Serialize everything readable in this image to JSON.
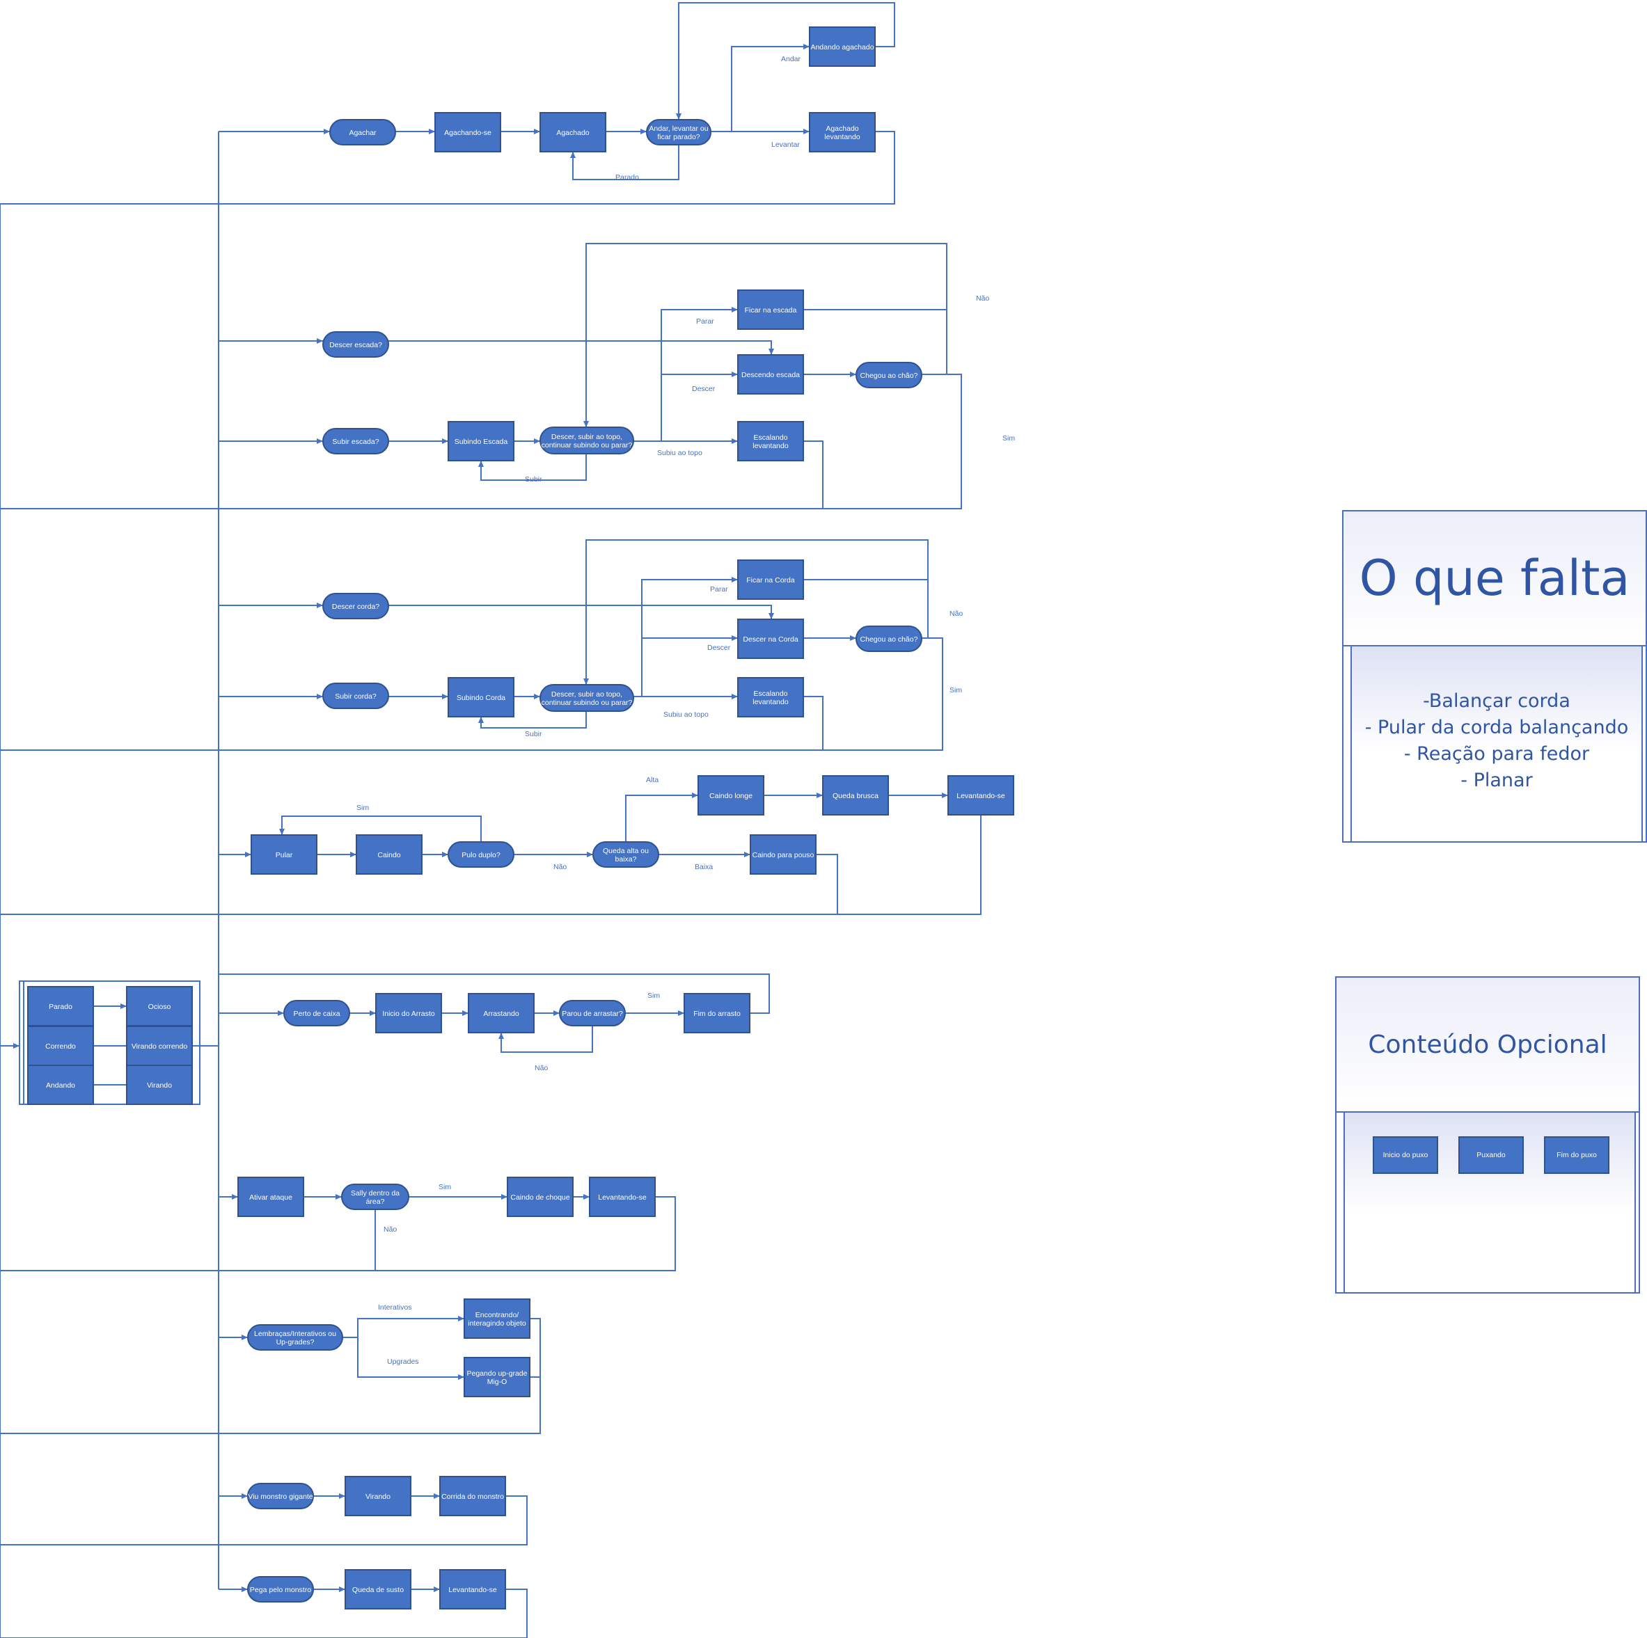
{
  "nodes": [
    {
      "id": "agachar",
      "text": "Agachar",
      "shape": "term"
    },
    {
      "id": "agachando_se",
      "text": "Agachando-se",
      "shape": "rect"
    },
    {
      "id": "agachado",
      "text": "Agachado",
      "shape": "rect"
    },
    {
      "id": "andar_levantar",
      "text": "Andar, levantar ou|ficar parado?",
      "shape": "term"
    },
    {
      "id": "andando_agachado",
      "text": "Andando agachado",
      "shape": "rect"
    },
    {
      "id": "agachado_levantando",
      "text": "Agachado|levantando",
      "shape": "rect"
    },
    {
      "id": "descer_escada",
      "text": "Descer escada?",
      "shape": "term"
    },
    {
      "id": "subir_escada",
      "text": "Subir escada?",
      "shape": "term"
    },
    {
      "id": "subindo_escada",
      "text": "Subindo Escada",
      "shape": "rect"
    },
    {
      "id": "dec_escada",
      "text": "Descer, subir ao topo,|continuar subindo ou parar?",
      "shape": "term"
    },
    {
      "id": "ficar_escada",
      "text": "Ficar na escada",
      "shape": "rect"
    },
    {
      "id": "descendo_escada",
      "text": "Descendo escada",
      "shape": "rect"
    },
    {
      "id": "chegou_chao_1",
      "text": "Chegou ao chão?",
      "shape": "term"
    },
    {
      "id": "escalando_levantando_1",
      "text": "Escalando|levantando",
      "shape": "rect"
    },
    {
      "id": "descer_corda",
      "text": "Descer corda?",
      "shape": "term"
    },
    {
      "id": "subir_corda",
      "text": "Subir corda?",
      "shape": "term"
    },
    {
      "id": "subindo_corda",
      "text": "Subindo Corda",
      "shape": "rect"
    },
    {
      "id": "dec_corda",
      "text": "Descer, subir ao topo,|continuar subindo ou parar?",
      "shape": "term"
    },
    {
      "id": "ficar_corda",
      "text": "Ficar na Corda",
      "shape": "rect"
    },
    {
      "id": "descer_na_corda",
      "text": "Descer na Corda",
      "shape": "rect"
    },
    {
      "id": "chegou_chao_2",
      "text": "Chegou ao chão?",
      "shape": "term"
    },
    {
      "id": "escalando_levantando_2",
      "text": "Escalando|levantando",
      "shape": "rect"
    },
    {
      "id": "pular",
      "text": "Pular",
      "shape": "rect"
    },
    {
      "id": "caindo",
      "text": "Caindo",
      "shape": "rect"
    },
    {
      "id": "pulo_duplo",
      "text": "Pulo duplo?",
      "shape": "term"
    },
    {
      "id": "queda_alta",
      "text": "Queda alta ou|baixa?",
      "shape": "term"
    },
    {
      "id": "caindo_longe",
      "text": "Caindo longe",
      "shape": "rect"
    },
    {
      "id": "queda_brusca",
      "text": "Queda brusca",
      "shape": "rect"
    },
    {
      "id": "levantando_1",
      "text": "Levantando-se",
      "shape": "rect"
    },
    {
      "id": "caindo_pouso",
      "text": "Caindo para pouso",
      "shape": "rect"
    },
    {
      "id": "parado",
      "text": "Parado",
      "shape": "rect"
    },
    {
      "id": "ocioso",
      "text": "Ocioso",
      "shape": "rect"
    },
    {
      "id": "correndo",
      "text": "Correndo",
      "shape": "rect"
    },
    {
      "id": "virando_correndo",
      "text": "Virando correndo",
      "shape": "rect"
    },
    {
      "id": "andando",
      "text": "Andando",
      "shape": "rect"
    },
    {
      "id": "virando_1",
      "text": "Virando",
      "shape": "rect"
    },
    {
      "id": "perto_caixa",
      "text": "Perto de caixa",
      "shape": "term"
    },
    {
      "id": "inicio_arrasto",
      "text": "Inicio do Arrasto",
      "shape": "rect"
    },
    {
      "id": "arrastando",
      "text": "Arrastando",
      "shape": "rect"
    },
    {
      "id": "parou_arrastar",
      "text": "Parou de arrastar?",
      "shape": "term"
    },
    {
      "id": "fim_arrasto",
      "text": "Fim do arrasto",
      "shape": "rect"
    },
    {
      "id": "ativar_ataque",
      "text": "Ativar ataque",
      "shape": "rect"
    },
    {
      "id": "sally_area",
      "text": "Sally dentro da|área?",
      "shape": "term"
    },
    {
      "id": "caindo_choque",
      "text": "Caindo de choque",
      "shape": "rect"
    },
    {
      "id": "levantando_2",
      "text": "Levantando-se",
      "shape": "rect"
    },
    {
      "id": "lembrancas",
      "text": "Lembraças/Interativos ou|Up-grades?",
      "shape": "term"
    },
    {
      "id": "encontrando",
      "text": "Encontrando/|interagindo  objeto",
      "shape": "rect"
    },
    {
      "id": "pegando_upgrade",
      "text": "Pegando up-grade|Mig-O",
      "shape": "rect"
    },
    {
      "id": "viu_monstro",
      "text": "Viu monstro gigante",
      "shape": "term"
    },
    {
      "id": "virando_2",
      "text": "Virando",
      "shape": "rect"
    },
    {
      "id": "corrida_monstro",
      "text": "Corrida do monstro",
      "shape": "rect"
    },
    {
      "id": "pega_monstro",
      "text": "Pega pelo monstro",
      "shape": "term"
    },
    {
      "id": "queda_susto",
      "text": "Queda de susto",
      "shape": "rect"
    },
    {
      "id": "levantando_3",
      "text": "Levantando-se",
      "shape": "rect"
    }
  ],
  "edge_labels": [
    {
      "id": "andar",
      "text": "Andar"
    },
    {
      "id": "levantar",
      "text": "Levantar"
    },
    {
      "id": "parado_lbl",
      "text": "Parado"
    },
    {
      "id": "parar_1",
      "text": "Parar"
    },
    {
      "id": "descer_1",
      "text": "Descer"
    },
    {
      "id": "subir_1",
      "text": "Subir"
    },
    {
      "id": "subiu_topo_1",
      "text": "Subiu ao topo"
    },
    {
      "id": "nao_1",
      "text": "Não"
    },
    {
      "id": "sim_1",
      "text": "Sim"
    },
    {
      "id": "parar_2",
      "text": "Parar"
    },
    {
      "id": "descer_2",
      "text": "Descer"
    },
    {
      "id": "subir_2",
      "text": "Subir"
    },
    {
      "id": "subiu_topo_2",
      "text": "Subiu ao topo"
    },
    {
      "id": "nao_2",
      "text": "Não"
    },
    {
      "id": "sim_2",
      "text": "Sim"
    },
    {
      "id": "sim_pulo",
      "text": "Sim"
    },
    {
      "id": "nao_pulo",
      "text": "Não"
    },
    {
      "id": "alta",
      "text": "Alta"
    },
    {
      "id": "baixa",
      "text": "Baixa"
    },
    {
      "id": "sim_arrasto",
      "text": "Sim"
    },
    {
      "id": "nao_arrasto",
      "text": "Não"
    },
    {
      "id": "sim_sally",
      "text": "Sim"
    },
    {
      "id": "nao_sally",
      "text": "Não"
    },
    {
      "id": "interativos",
      "text": "Interativos"
    },
    {
      "id": "upgrades",
      "text": "Upgrades"
    }
  ],
  "missing_panel": {
    "title": "O que falta",
    "items": [
      "-Balançar corda",
      "- Pular da corda balançando",
      "- Reação para fedor",
      "- Planar"
    ]
  },
  "optional_panel": {
    "title": "Conteúdo Opcional",
    "items": [
      "Inicio do puxo",
      "Puxando",
      "Fim do puxo"
    ]
  },
  "colors": {
    "node_fill": "#4472c4",
    "node_border": "#2f528f",
    "line": "#4472c4",
    "text": "#ffffff",
    "panel_text": "#2f55a4"
  }
}
